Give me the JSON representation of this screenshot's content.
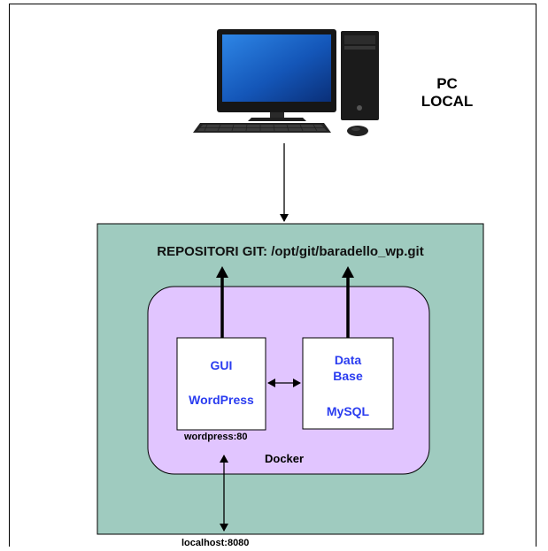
{
  "pc_label_line1": "PC",
  "pc_label_line2": "LOCAL",
  "repo_label": "REPOSITORI GIT: /opt/git/baradello_wp.git",
  "gui_box": {
    "line1": "GUI",
    "line2": "WordPress"
  },
  "db_box": {
    "line1": "Data",
    "line2": "Base",
    "line3": "MySQL"
  },
  "wordpress_port": "wordpress:80",
  "docker_label": "Docker",
  "localhost_port": "localhost:8080",
  "icons": [
    "desktop-computer-icon"
  ],
  "colors": {
    "server_box": "#9fcbbf",
    "docker_box": "#e1c5ff",
    "box_text": "#2a3cf0"
  }
}
